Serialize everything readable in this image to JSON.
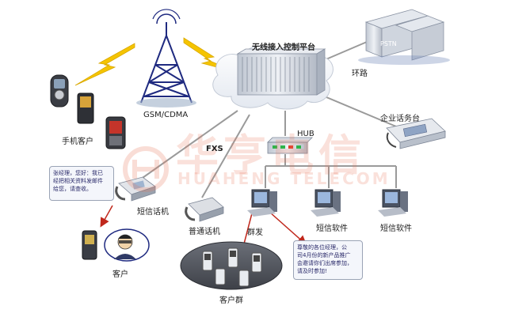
{
  "nodes": {
    "platform": "无线接入控制平台",
    "gsm": "GSM/CDMA",
    "pstn": "PSTN",
    "ring": "环路",
    "enterprise_console": "企业话务台",
    "hub": "HUB",
    "fxs": "FXS",
    "mobile_clients": "手机客户",
    "sms_phone": "短信话机",
    "normal_phone": "普通话机",
    "group_send": "群发",
    "sms_software_1": "短信软件",
    "sms_software_2": "短信软件",
    "customer": "客户",
    "customer_group": "客户群"
  },
  "bubbles": {
    "left": "张经理，您好：我已\n经把相关资料发邮件\n给您，请查收。",
    "right": "尊敬的各位经理，公\n司4月份的新产品推广\n会邀请你们出席参加，\n请及时参加!"
  },
  "watermark": {
    "cn": "华亨电信",
    "en": "HUAHENG TELECOM"
  },
  "colors": {
    "server": "#d4d9e2",
    "signal": "#f5c400",
    "tower": "#1f2a80",
    "line": "#9a9a9a",
    "red_arrow": "#c0281c",
    "watermark": "#e6785a"
  }
}
